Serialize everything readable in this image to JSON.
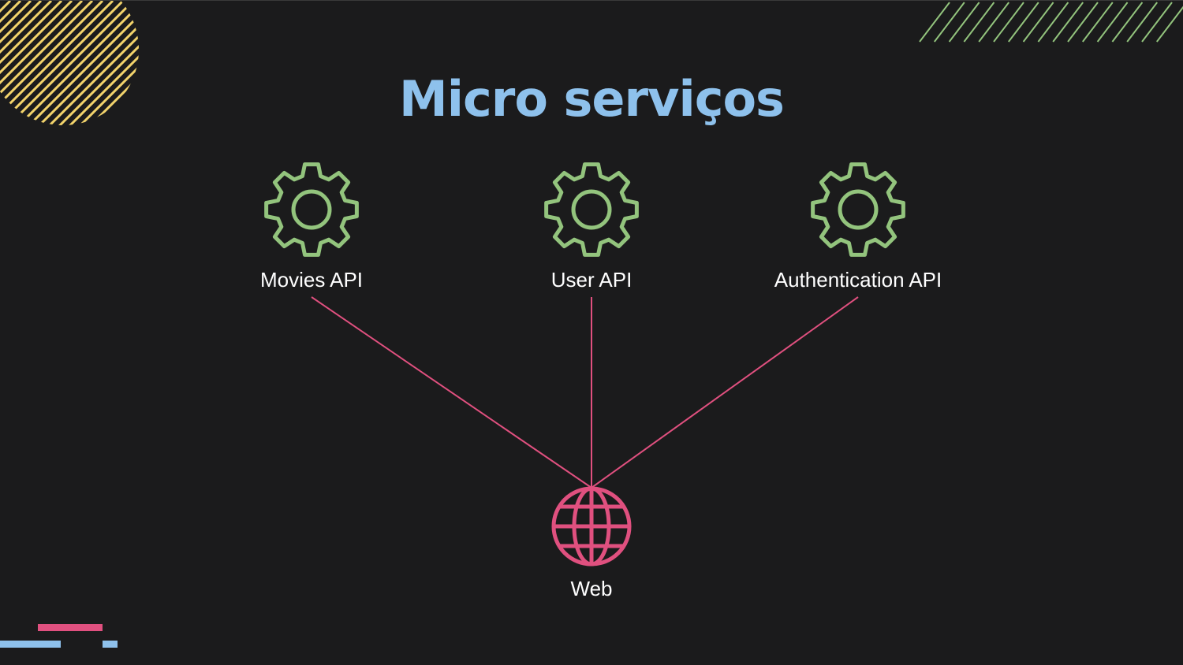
{
  "slide": {
    "title": "Micro serviços"
  },
  "nodes": {
    "services": [
      {
        "label": "Movies API",
        "icon": "gear-icon"
      },
      {
        "label": "User API",
        "icon": "gear-icon"
      },
      {
        "label": "Authentication API",
        "icon": "gear-icon"
      }
    ],
    "client": {
      "label": "Web",
      "icon": "globe-icon"
    }
  },
  "colors": {
    "background": "#1b1b1c",
    "title": "#8ec1ec",
    "gear": "#93c47d",
    "globe": "#e0507f",
    "connector": "#e0507f",
    "accent_yellow": "#f2d36b",
    "accent_green": "#93c47d",
    "accent_pink": "#e0507f",
    "accent_blue": "#8ec1ec"
  }
}
